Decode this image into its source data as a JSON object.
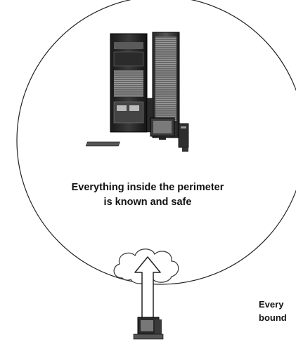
{
  "perimeter": {
    "caption_line_1": "Everything inside the perimeter",
    "caption_line_2": "is known and safe"
  },
  "outside": {
    "caption_line_1": "Every",
    "caption_line_2": "bound"
  },
  "icons": {
    "server": "server-rack-icon",
    "workstation": "desktop-computer-icon",
    "cloud": "cloud-icon",
    "arrow": "up-arrow-icon",
    "remote": "remote-computer-icon"
  }
}
